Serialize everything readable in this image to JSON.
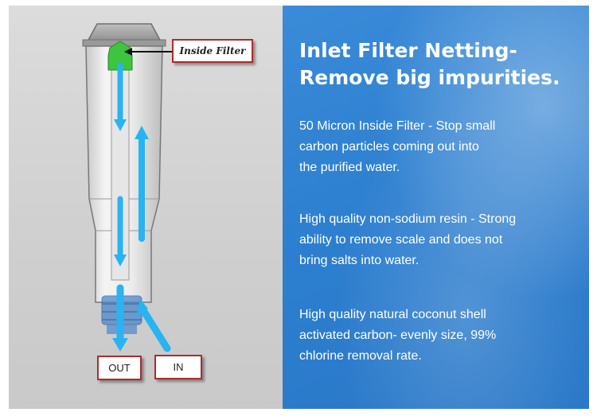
{
  "diagram": {
    "inside_filter_label": "Inside Filter",
    "out_label": "OUT",
    "in_label": "IN",
    "arrow_color": "#29b3f0",
    "cap_color": "#3ec43e",
    "label_border_color": "#b02a2a"
  },
  "panel": {
    "headline_line1": "Inlet Filter Netting-",
    "headline_line2": "Remove big impurities.",
    "feature1_line1": "50 Micron Inside Filter - Stop small",
    "feature1_line2": "carbon particles coming out into",
    "feature1_line3": "the purified water.",
    "feature2_line1": "High quality non-sodium resin - Strong",
    "feature2_line2": "ability to remove scale and does not",
    "feature2_line3": "bring salts into water.",
    "feature3_line1": "High quality natural coconut shell",
    "feature3_line2": "activated carbon- evenly size, 99%",
    "feature3_line3": "chlorine removal rate.",
    "background_color": "#2d7fd0"
  }
}
